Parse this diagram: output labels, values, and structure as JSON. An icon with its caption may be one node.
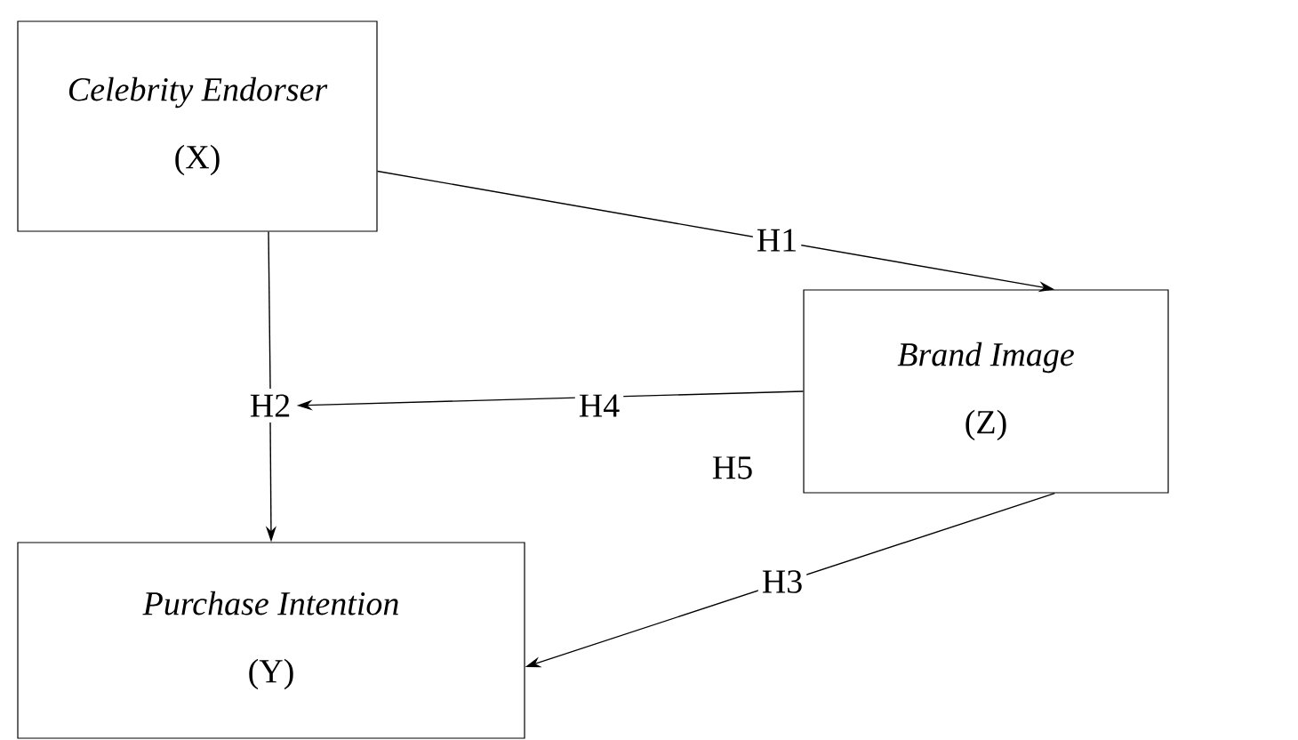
{
  "diagram": {
    "nodes": [
      {
        "text": [
          "Celebrity Endorser",
          "(X)"
        ]
      },
      {
        "text": [
          "Brand Image",
          "(Z)"
        ]
      },
      {
        "text": [
          "Purchase Intention",
          "(Y)"
        ]
      },
      {
        "text": [
          "H2"
        ]
      }
    ],
    "edges": [
      {
        "from": 0,
        "to": 1,
        "arrow": "to",
        "label": "H1"
      },
      {
        "from": 0,
        "to": 3,
        "arrow": "none"
      },
      {
        "from": 3,
        "to": 2,
        "arrow": "to"
      },
      {
        "from": 1,
        "to": 3,
        "arrow": "to",
        "label": "H4"
      },
      {
        "from": 1,
        "to": 2,
        "arrow": "to",
        "label": "H3"
      }
    ],
    "labels": [
      "H5"
    ]
  }
}
